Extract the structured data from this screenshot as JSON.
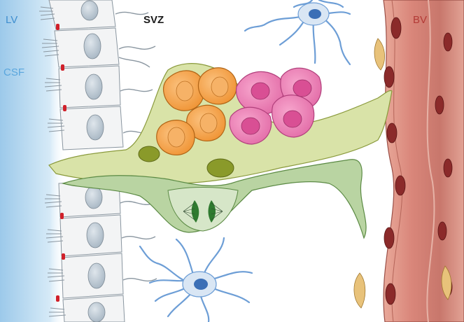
{
  "labels": {
    "lv": "LV",
    "csf": "CSF",
    "svz": "SVZ",
    "bv": "BV"
  },
  "colors": {
    "ventricle_blue": "#3f8ecf",
    "csf_blue": "#5aa6dd",
    "svz_text": "#1a1a1a",
    "vessel_red": "#b33a36",
    "ependymal_fill": "#f3f4f5",
    "junction_red": "#d0202a",
    "radial_glia_green": "#c7d48f",
    "neuroblast_orange": "#f4a24a",
    "progenitor_pink": "#e879ad",
    "astrocyte_blue": "#6d9ed6",
    "mitotic_green": "#3e8a3a"
  }
}
